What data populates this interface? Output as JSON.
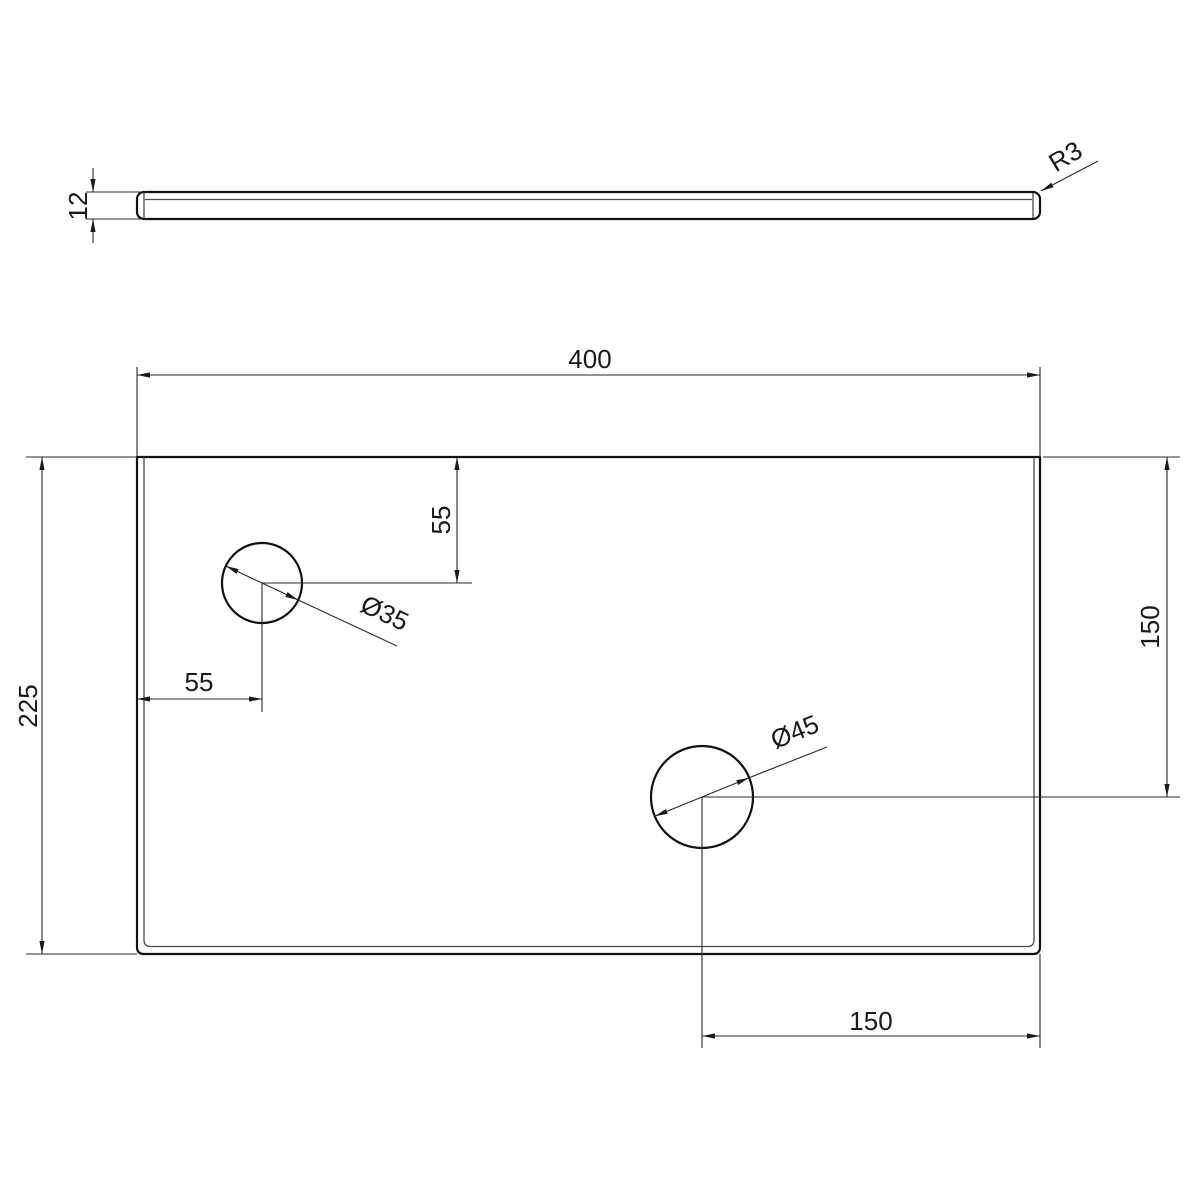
{
  "drawing": {
    "background_color": "#ffffff",
    "line_color": "#1a1a1a",
    "views": {
      "side_view_name": "side-thickness-view",
      "plan_view_name": "plan-view"
    },
    "labels": {
      "thickness": "12",
      "corner_radius": "R3",
      "overall_width": "400",
      "overall_height": "225",
      "hole_small_diameter": "Ø35",
      "hole_small_offset_top": "55",
      "hole_small_offset_left": "55",
      "hole_large_diameter": "Ø45",
      "hole_large_offset_top": "150",
      "hole_large_offset_right": "150"
    }
  }
}
